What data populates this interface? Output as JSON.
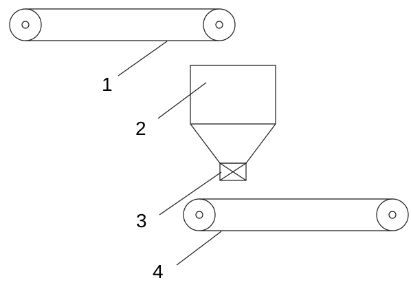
{
  "labels": {
    "upper_conveyor": "1",
    "hopper": "2",
    "feeder": "3",
    "lower_conveyor": "4"
  }
}
